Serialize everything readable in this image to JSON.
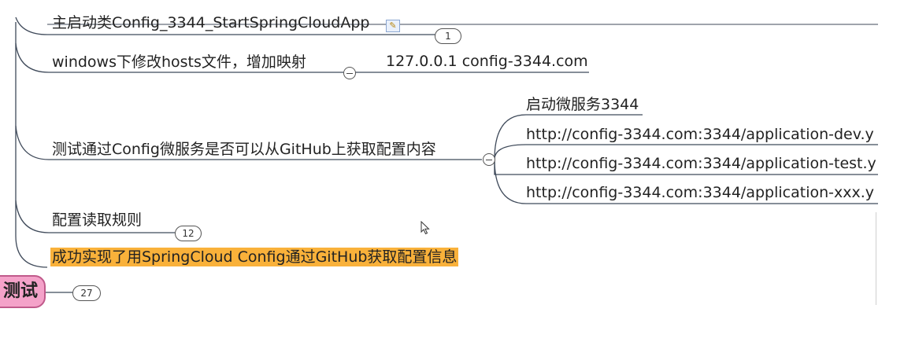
{
  "nodes": {
    "top_cut": "主启动类Config_3344_StartSpringCloudApp",
    "windows_hosts": "windows下修改hosts文件，增加映射",
    "hosts_mapping": "127.0.0.1  config-3344.com",
    "test_github": "测试通过Config微服务是否可以从GitHub上获取配置内容",
    "start_service": "启动微服务3344",
    "url_dev": "http://config-3344.com:3344/application-dev.y",
    "url_test": "http://config-3344.com:3344/application-test.y",
    "url_xxx": "http://config-3344.com:3344/application-xxx.y",
    "read_rules": "配置读取规则",
    "success": "成功实现了用SpringCloud Config通过GitHub获取配置信息"
  },
  "badges": {
    "top": "1",
    "read_rules": "12",
    "root": "27"
  },
  "root": {
    "label": "测试"
  },
  "colors": {
    "highlight": "#f9b13a",
    "root_fill": "#f4a2c9",
    "line": "#3f4a5a"
  },
  "icons": {
    "note": "note-icon",
    "cursor": "mouse-cursor-icon",
    "collapse": "collapse-minus-icon"
  }
}
